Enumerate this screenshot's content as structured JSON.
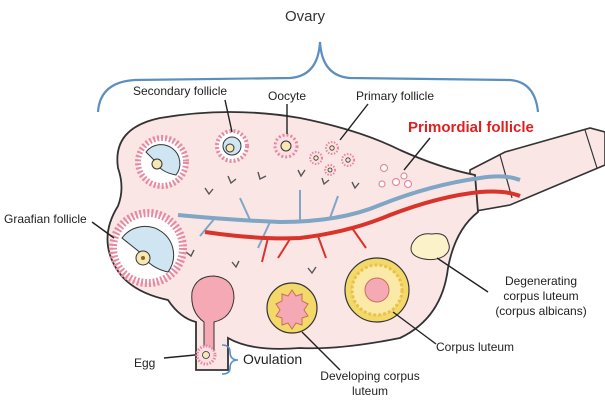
{
  "title": "Ovary",
  "labels": {
    "secondary_follicle": "Secondary follicle",
    "oocyte": "Oocyte",
    "primary_follicle": "Primary follicle",
    "primordial_follicle": "Primordial follicle",
    "graafian_follicle": "Graafian follicle",
    "degenerating_line1": "Degenerating",
    "degenerating_line2": "corpus luteum",
    "degenerating_line3": "(corpus albicans)",
    "corpus_luteum": "Corpus luteum",
    "egg": "Egg",
    "ovulation": "Ovulation",
    "developing_line1": "Developing corpus",
    "developing_line2": "luteum"
  },
  "colors": {
    "ovary_fill": "#fbe6e6",
    "outline": "#333333",
    "brace": "#5b8fbe",
    "highlight_label": "#e02020",
    "vein": "#7fa6c4",
    "artery": "#d9342b",
    "follicle_dots": "#e58aa0",
    "antrum": "#cfe6f2",
    "oocyte_fill": "#f6e7b4",
    "corpus_luteum": "#f3d86a"
  }
}
